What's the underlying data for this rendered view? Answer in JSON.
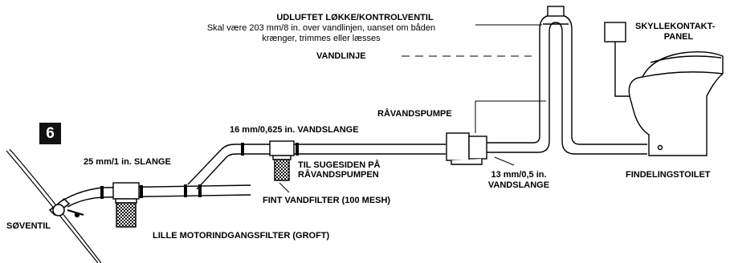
{
  "step_number": "6",
  "labels": {
    "vent_loop_title": "UDLUFTET LØKKE/KONTROLVENTIL",
    "vent_loop_note_1": "Skal være 203 mm/8 in. over vandlinjen, uanset om båden",
    "vent_loop_note_2": "krænger, trimmes eller læsses",
    "waterline": "VANDLINJE",
    "flush_panel_1": "SKYLLEKONTAKT-",
    "flush_panel_2": "PANEL",
    "raw_water_pump": "RÅVANDSPUMPE",
    "hose_16mm": "16 mm/0,625 in. VANDSLANGE",
    "hose_25mm": "25 mm/1 in. SLANGE",
    "suction_side_1": "TIL SUGESIDEN PÅ",
    "suction_side_2": "RÅVANDSPUMPEN",
    "fine_filter": "FINT VANDFILTER (100 MESH)",
    "hose_13mm_1": "13 mm/0,5 in.",
    "hose_13mm_2": "VANDSLANGE",
    "macerating_toilet": "FINDELINGSTOILET",
    "seacock": "SØVENTIL",
    "strainer": "LILLE MOTORINDGANGSFILTER (GROFT)"
  }
}
